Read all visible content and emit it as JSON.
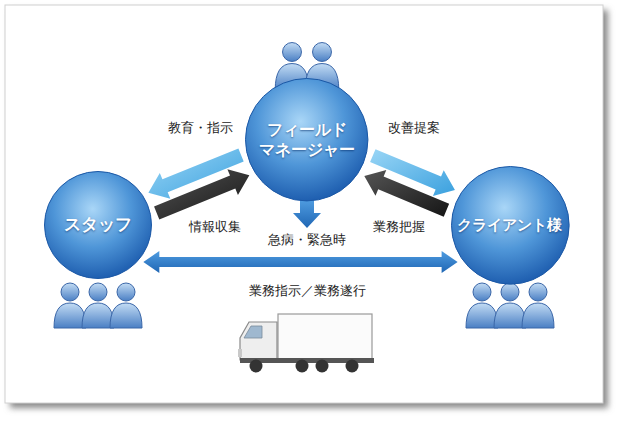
{
  "diagram": {
    "nodes": [
      {
        "text": [
          "フィールド マネージャー"
        ]
      },
      {
        "text": [
          "スタッフ"
        ]
      },
      {
        "text": [
          "クライアント様"
        ]
      }
    ],
    "edges": [
      {
        "from": 0,
        "to": 1,
        "arrow": "to",
        "label": "教育・指示"
      },
      {
        "from": 1,
        "to": 0,
        "arrow": "to",
        "label": "情報収集"
      },
      {
        "from": 0,
        "to": 2,
        "arrow": "to",
        "label": "改善提案"
      },
      {
        "from": 2,
        "to": 0,
        "arrow": "to",
        "label": "業務把握"
      },
      {
        "from": 1,
        "to": 2,
        "arrow": "both",
        "label": "業務指示／業務遂行"
      }
    ],
    "labels": [
      "急病・緊急時"
    ]
  }
}
